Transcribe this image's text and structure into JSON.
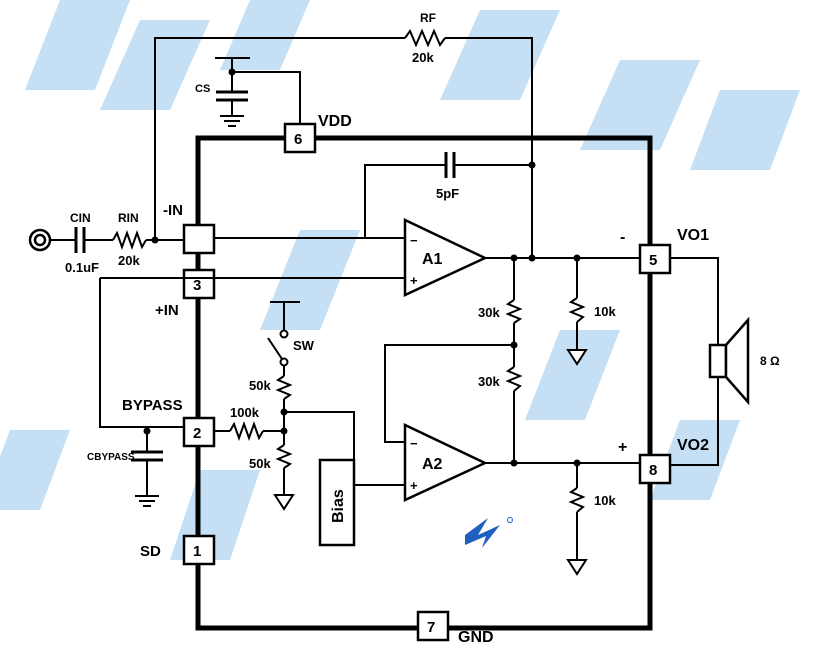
{
  "labels": {
    "rf": "RF",
    "rf_value": "20k",
    "cs": "CS",
    "vdd": "VDD",
    "cap_5pf": "5pF",
    "neg_in": "-IN",
    "cin": "CIN",
    "rin": "RIN",
    "cin_value": "0.1uF",
    "rin_value": "20k",
    "a1": "A1",
    "a2": "A2",
    "pos_in": "+IN",
    "bypass": "BYPASS",
    "cbypass": "CBYPASS",
    "sw": "SW",
    "r50k_top": "50k",
    "r50k_bot": "50k",
    "r100k": "100k",
    "bias": "Bias",
    "sd": "SD",
    "gnd": "GND",
    "r30k_a": "30k",
    "r30k_b": "30k",
    "r10k_a": "10k",
    "r10k_b": "10k",
    "vo1": "VO1",
    "vo2": "VO2",
    "speaker": "8 Ω",
    "minus_sign": "-",
    "plus_sign": "+",
    "a1_minus": "−",
    "a1_plus": "+",
    "a2_minus": "−",
    "a2_plus": "+"
  },
  "pins": {
    "p1": "1",
    "p2": "2",
    "p3": "3",
    "p5": "5",
    "p6": "6",
    "p7": "7",
    "p8": "8"
  },
  "colors": {
    "watermark": "#5aa7e0",
    "logo": "#1f5fbf"
  }
}
